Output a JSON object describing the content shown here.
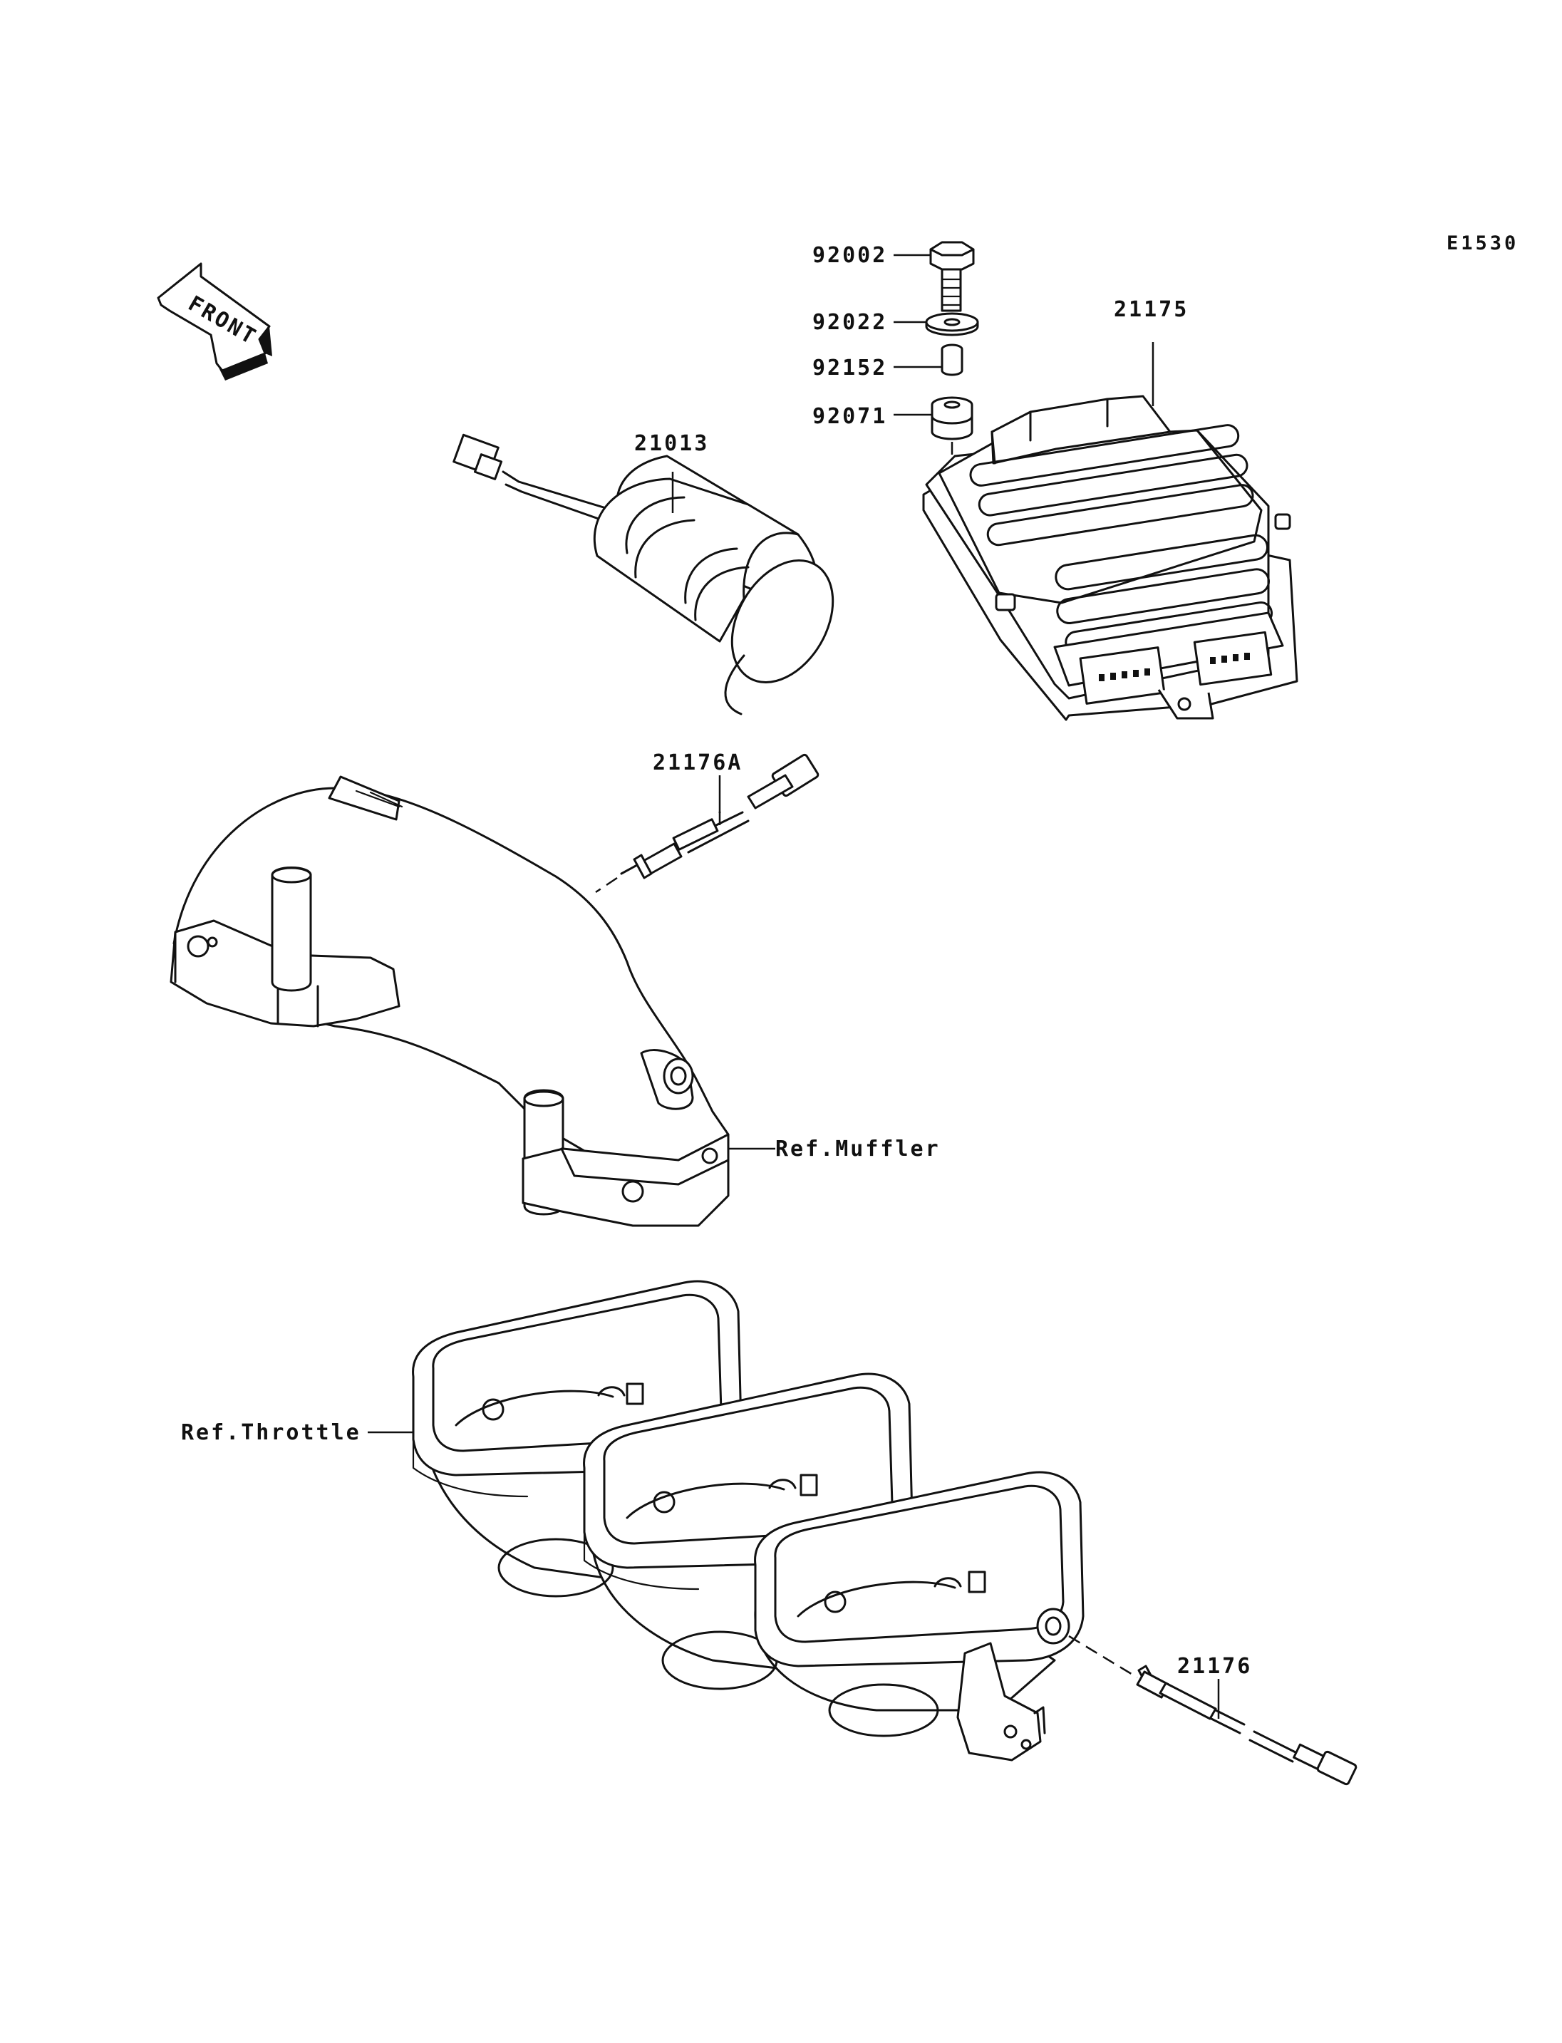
{
  "diagram_code": "E1530",
  "front_arrow": {
    "label": "FRONT",
    "icon": "front-arrow-icon"
  },
  "parts": [
    {
      "number": "92002",
      "name": "bolt"
    },
    {
      "number": "92022",
      "name": "washer"
    },
    {
      "number": "92152",
      "name": "collar"
    },
    {
      "number": "92071",
      "name": "grommet"
    },
    {
      "number": "21175",
      "name": "control-unit"
    },
    {
      "number": "21013",
      "name": "coil"
    },
    {
      "number": "21176A",
      "name": "sensor-muffler"
    },
    {
      "number": "21176",
      "name": "sensor-throttle"
    }
  ],
  "references": [
    {
      "label": "Ref.Muffler"
    },
    {
      "label": "Ref.Throttle"
    }
  ],
  "colors": {
    "ink": "#111111",
    "paper": "#ffffff"
  }
}
